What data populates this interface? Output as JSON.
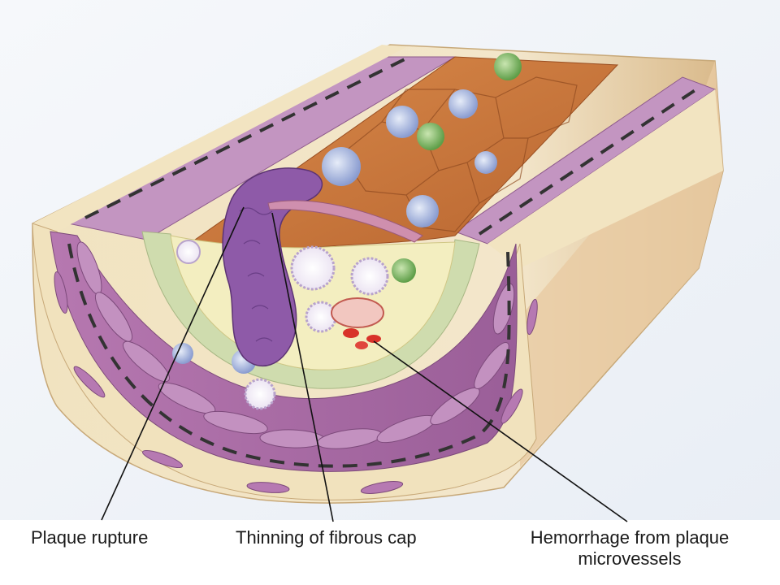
{
  "labels": {
    "plaque_rupture": "Plaque rupture",
    "thinning_cap": "Thinning of fibrous cap",
    "hemorrhage_line1": "Hemorrhage from plaque",
    "hemorrhage_line2": "microvessels"
  },
  "colors": {
    "muscle": "#a76aa2",
    "muscle_light": "#c89cc6",
    "adventitia": "#efe1bc",
    "lumen": "#c8763b",
    "plaque_core": "#f3eec0",
    "rupture": "#8e5aa8",
    "blood": "#d8322a",
    "cell_blue": "#a9b6dc",
    "cell_green": "#78b463",
    "leader_line": "#111111"
  }
}
